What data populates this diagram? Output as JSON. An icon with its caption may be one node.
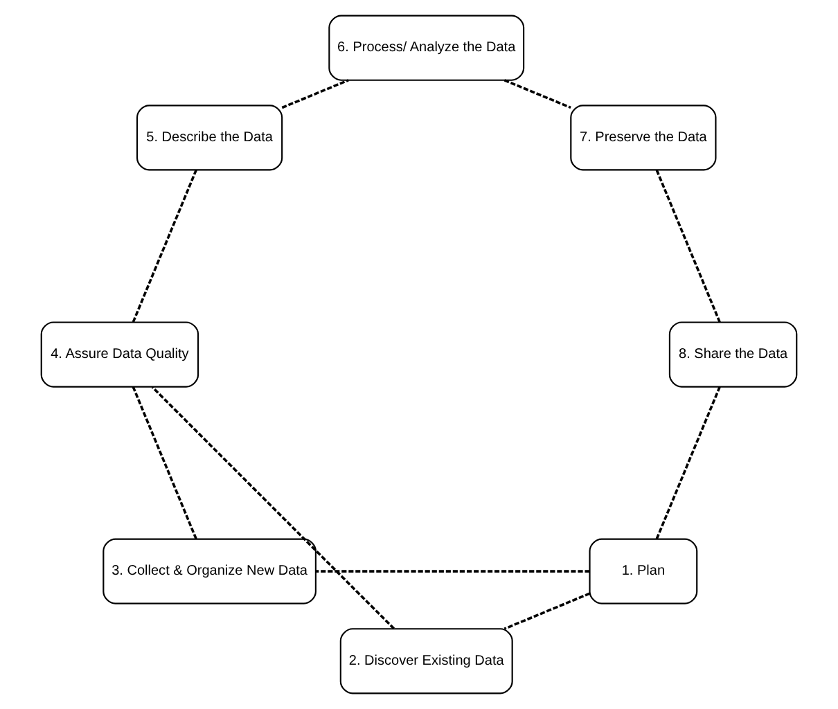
{
  "diagram": {
    "nodes": [
      {
        "text": [
          "1. Plan"
        ]
      },
      {
        "text": [
          "2. Discover Existing Data"
        ]
      },
      {
        "text": [
          "3. Collect & Organize New Data"
        ]
      },
      {
        "text": [
          "4. Assure Data Quality"
        ]
      },
      {
        "text": [
          "5. Describe the Data"
        ]
      },
      {
        "text": [
          "6. Process/ Analyze the Data"
        ]
      },
      {
        "text": [
          "7. Preserve the Data"
        ]
      },
      {
        "text": [
          "8. Share the Data"
        ]
      }
    ],
    "edges": [
      {
        "from": 0,
        "to": 7,
        "arrow": "none",
        "style": "dashed"
      },
      {
        "from": 0,
        "to": 2,
        "arrow": "none",
        "style": "dashed"
      },
      {
        "from": 0,
        "to": 1,
        "arrow": "none",
        "style": "dashed"
      },
      {
        "from": 1,
        "to": 3,
        "arrow": "none",
        "style": "dashed"
      },
      {
        "from": 2,
        "to": 3,
        "arrow": "none",
        "style": "dashed"
      },
      {
        "from": 3,
        "to": 4,
        "arrow": "none",
        "style": "dashed"
      },
      {
        "from": 4,
        "to": 5,
        "arrow": "none",
        "style": "dashed"
      },
      {
        "from": 5,
        "to": 6,
        "arrow": "none",
        "style": "dashed"
      },
      {
        "from": 6,
        "to": 7,
        "arrow": "none",
        "style": "dashed"
      }
    ]
  }
}
